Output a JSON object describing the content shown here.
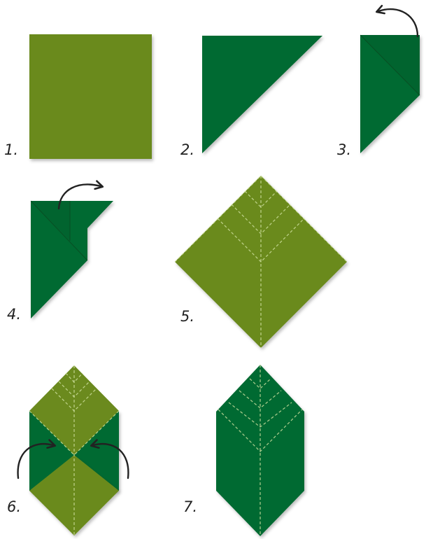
{
  "colors": {
    "paper_light": "#6b8a1e",
    "paper_dark": "#036a32",
    "paper_dark_shade": "#04582a",
    "crease": "#cfe0a0",
    "ink": "#222222",
    "background": "#ffffff"
  },
  "steps": [
    {
      "label": "1."
    },
    {
      "label": "2."
    },
    {
      "label": "3."
    },
    {
      "label": "4."
    },
    {
      "label": "5."
    },
    {
      "label": "6."
    },
    {
      "label": "7."
    }
  ],
  "icons": {
    "fold_arrow": "curved-arrow-icon"
  }
}
